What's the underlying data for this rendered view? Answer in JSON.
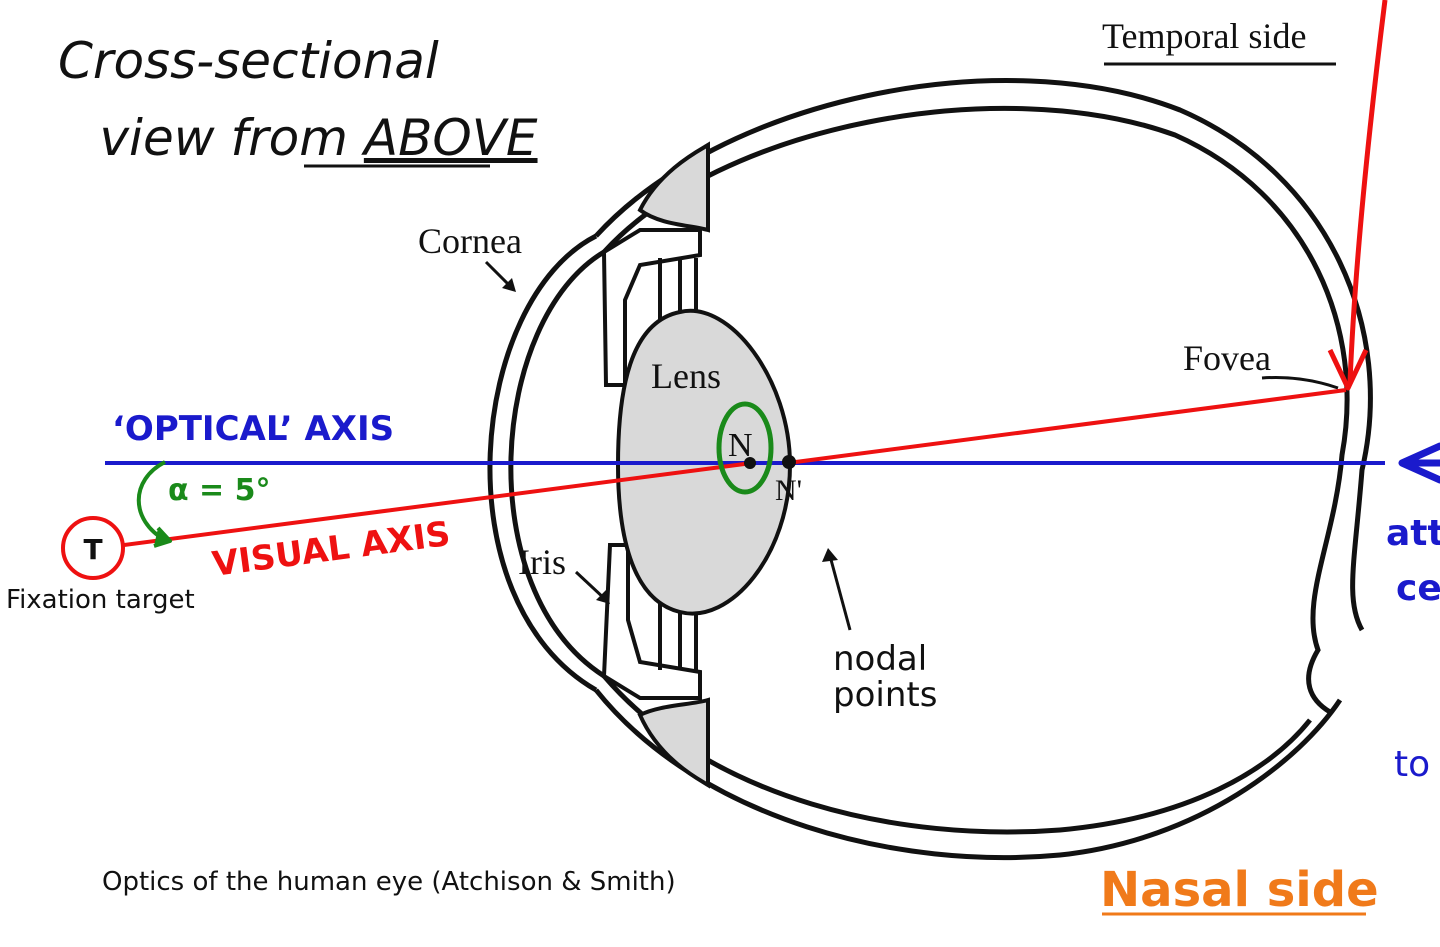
{
  "title": {
    "line1": "Cross-sectional",
    "line2_prefix": "view from ",
    "line2_emphasis": "ABOVE"
  },
  "labels": {
    "temporal_side": "Temporal side",
    "cornea": "Cornea",
    "lens": "Lens",
    "fovea": "Fovea",
    "iris": "Iris",
    "nodal_n": "N",
    "nodal_n_prime": "N'",
    "nodal_points_line1": "nodal",
    "nodal_points_line2": "points",
    "optical_axis": "‘OPTICAL’ AXIS",
    "visual_axis": "VISUAL AXIS",
    "alpha": "α = 5°",
    "target_letter": "T",
    "fixation_target": "Fixation target",
    "caption": "Optics of the human eye (Atchison & Smith)",
    "nasal_side": "Nasal side",
    "cut_text_1": "att",
    "cut_text_2": "ce",
    "cut_text_3": "to"
  },
  "colors": {
    "optical_axis": "#1a1acc",
    "visual_axis": "#ee1111",
    "alpha_green": "#1a8a1a",
    "nasal_orange": "#f07a1a",
    "ink": "#111111",
    "tissue": "#d9d9d9"
  }
}
